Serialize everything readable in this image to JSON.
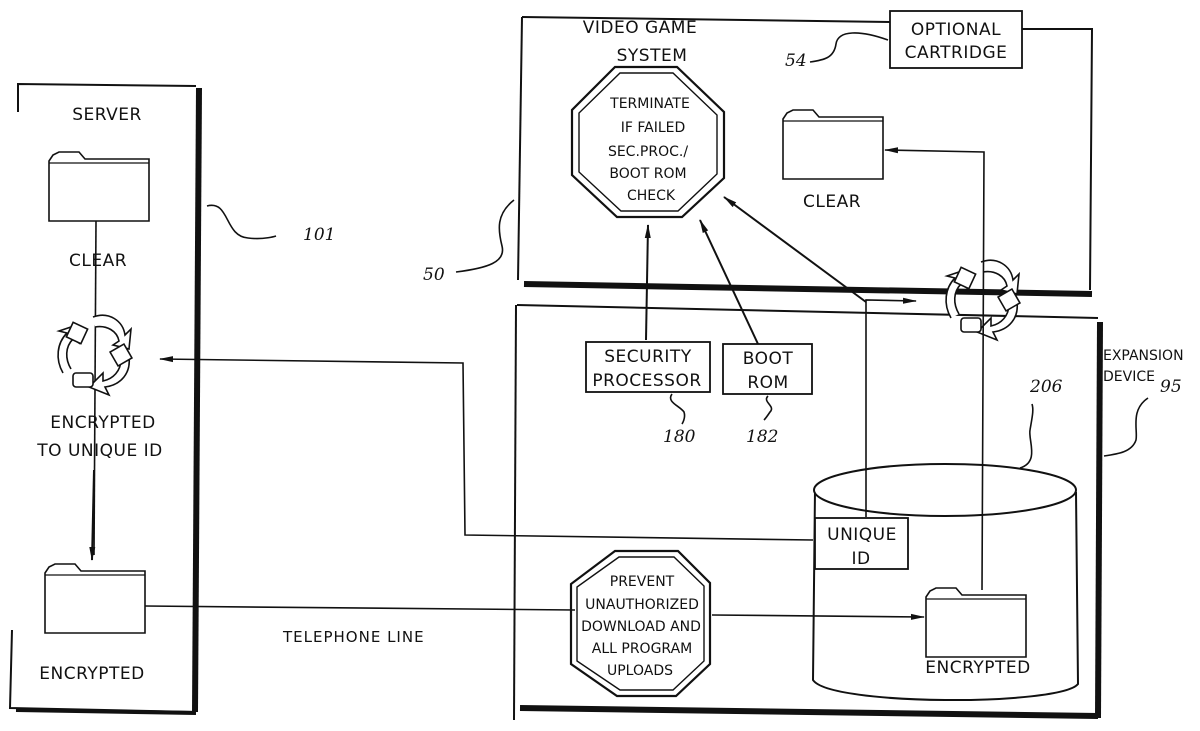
{
  "server": {
    "title": "SERVER",
    "folder_clear_label": "CLEAR",
    "encrypt_caption_line1": "ENCRYPTED",
    "encrypt_caption_line2": "TO UNIQUE ID",
    "folder_encrypted_label": "ENCRYPTED",
    "ref_number": "101"
  },
  "connection": {
    "label": "TELEPHONE LINE"
  },
  "video_game_system": {
    "title_line1": "VIDEO GAME",
    "title_line2": "SYSTEM",
    "ref_number": "50",
    "stop_sign_lines": [
      "TERMINATE",
      "IF FAILED",
      "SEC.PROC./",
      "BOOT ROM",
      "CHECK"
    ],
    "folder_clear_label": "CLEAR",
    "cartridge": {
      "line1": "OPTIONAL",
      "line2": "CARTRIDGE",
      "ref_number": "54"
    }
  },
  "expansion_device": {
    "title_line1": "EXPANSION",
    "title_line2": "DEVICE",
    "ref_number": "95",
    "security_processor": {
      "line1": "SECURITY",
      "line2": "PROCESSOR",
      "ref_number": "180"
    },
    "boot_rom": {
      "line1": "BOOT",
      "line2": "ROM",
      "ref_number": "182"
    },
    "storage": {
      "ref_number": "206",
      "unique_id_line1": "UNIQUE",
      "unique_id_line2": "ID",
      "folder_encrypted_label": "ENCRYPTED"
    },
    "stop_sign_lines": [
      "PREVENT",
      "UNAUTHORIZED",
      "DOWNLOAD AND",
      "ALL PROGRAM",
      "UPLOADS"
    ]
  }
}
